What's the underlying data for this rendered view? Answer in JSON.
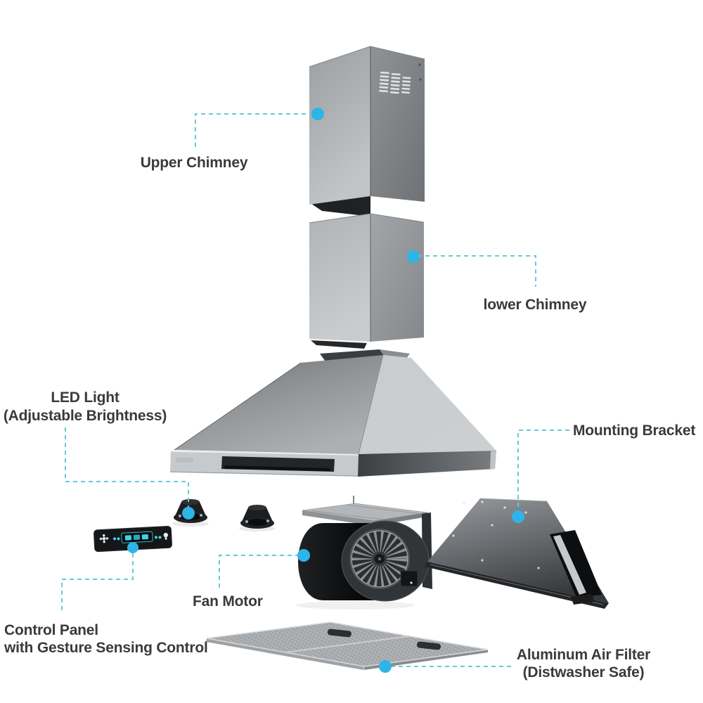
{
  "callouts": {
    "upper_chimney": {
      "label": "Upper Chimney"
    },
    "lower_chimney": {
      "label": "lower Chimney"
    },
    "led_light": {
      "line1": "LED Light",
      "line2": "(Adjustable Brightness)"
    },
    "mounting_bracket": {
      "label": "Mounting Bracket"
    },
    "fan_motor": {
      "label": "Fan Motor"
    },
    "control_panel": {
      "line1": "Control Panel",
      "line2": "with Gesture Sensing Control"
    },
    "air_filter": {
      "line1": "Aluminum Air Filter",
      "line2": "(Distwasher Safe)"
    }
  },
  "colors": {
    "background": "#ffffff",
    "label_text": "#3a3a3c",
    "leader_line": "#69cbd3",
    "accent_dot": "#2eb4e8"
  }
}
